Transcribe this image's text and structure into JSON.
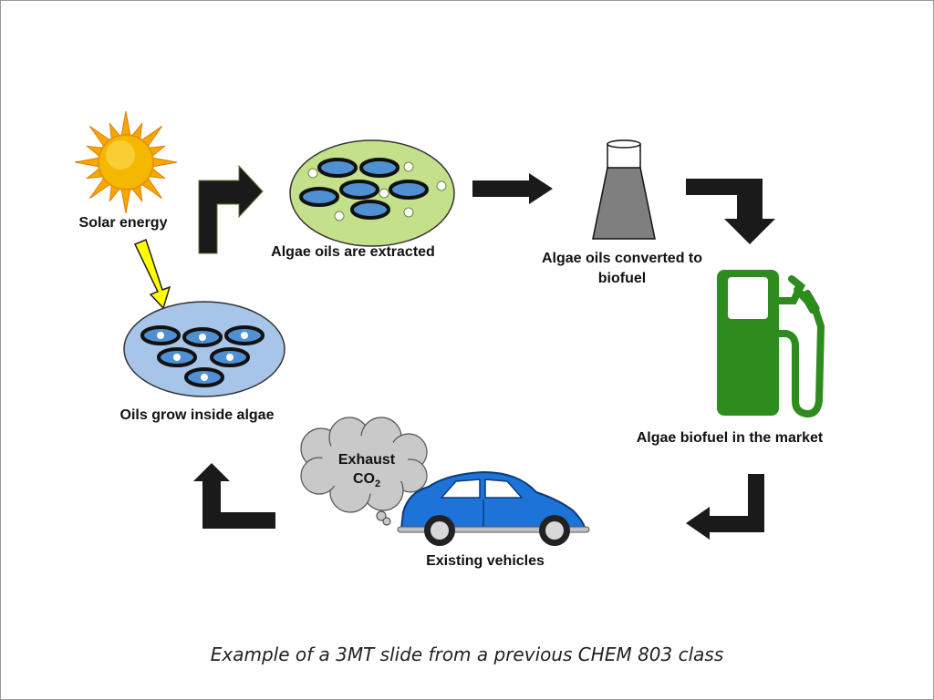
{
  "labels": {
    "solar": "Solar energy",
    "extracted": "Algae oils are extracted",
    "converted_line1": "Algae oils converted to",
    "converted_line2": "biofuel",
    "market": "Algae biofuel in the market",
    "vehicles": "Existing vehicles",
    "grow": "Oils grow inside algae",
    "exhaust": "Exhaust",
    "co2_base": "CO",
    "co2_sub": "2"
  },
  "caption": "Example of a 3MT slide from a previous CHEM 803 class",
  "colors": {
    "arrow": "#1a1a1a",
    "yellow_arrow": "#ffff00",
    "sun_core": "#f5b800",
    "extract_ellipse": "#c5e08a",
    "grow_ellipse": "#a7c5e8",
    "algae_cell": "#4f90d3",
    "flask": "#7f7f7f",
    "pump": "#2e8b1e",
    "car": "#1e73d8",
    "cloud": "#c9c9c9"
  },
  "icons": [
    "sun-icon",
    "algae-cells-icon",
    "flask-icon",
    "fuel-pump-icon",
    "car-icon",
    "exhaust-cloud-icon"
  ]
}
